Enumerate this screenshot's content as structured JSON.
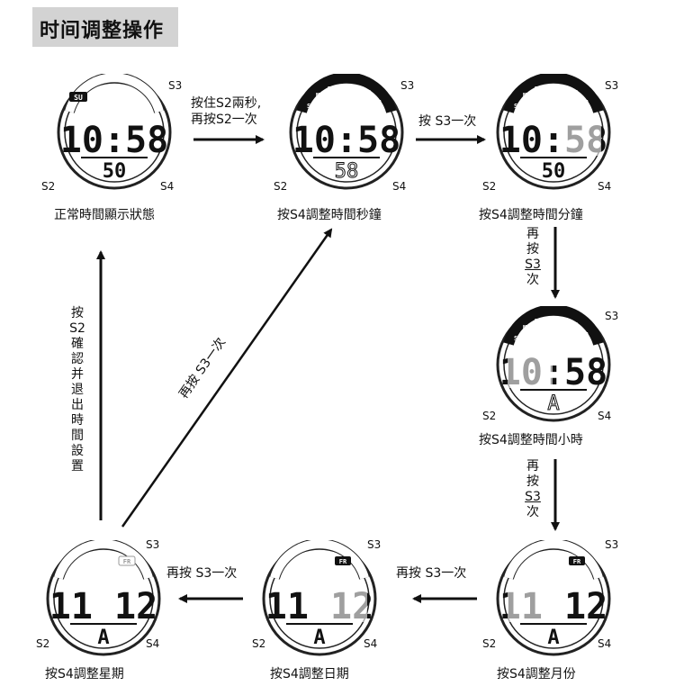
{
  "title": "时间调整操作",
  "buttons": {
    "s2": "S2",
    "s3": "S3",
    "s4": "S4"
  },
  "watches": [
    {
      "id": "w1",
      "caption": "正常時間顯示狀態",
      "main": "10:58",
      "sub": "50",
      "days": [
        "SU"
      ]
    },
    {
      "id": "w2",
      "caption": "按S4調整時間秒鐘",
      "main": "10:58",
      "sub": "58",
      "days": [
        "SU",
        "MO",
        "TU",
        "WE",
        "TH",
        "FR",
        "SA"
      ]
    },
    {
      "id": "w3",
      "caption": "按S4調整時間分鐘",
      "main": "10:58",
      "sub": "50",
      "days": [
        "SU",
        "MO",
        "TU",
        "WE",
        "TH",
        "FR",
        "SA"
      ]
    },
    {
      "id": "w4",
      "caption": "按S4調整時間小時",
      "main": "10:58",
      "sub": "A",
      "days": [
        "SU",
        "MO",
        "TU",
        "WE",
        "TH",
        "FR",
        "SA"
      ]
    },
    {
      "id": "w5",
      "caption": "按S4調整月份",
      "main": "11 12",
      "sub": "A",
      "days": [
        "FR"
      ]
    },
    {
      "id": "w6",
      "caption": "按S4調整日期",
      "main": "11 12",
      "sub": "A",
      "days": [
        "FR"
      ]
    },
    {
      "id": "w7",
      "caption": "按S4調整星期",
      "main": "11 12",
      "sub": "A",
      "days": [
        "FR"
      ]
    }
  ],
  "steps": {
    "a1_line1": "按住S2兩秒,",
    "a1_line2": "再按S2一次",
    "a2": "按 S3一次",
    "a3": [
      "再",
      "按",
      "S3",
      "次"
    ],
    "a4": [
      "再",
      "按",
      "S3",
      "次"
    ],
    "a5": "再按 S3一次",
    "a6": "再按 S3一次",
    "diag": "再按 S3一次",
    "confirm": [
      "按",
      "S2",
      "確",
      "認",
      "并",
      "退",
      "出",
      "時",
      "間",
      "設",
      "置"
    ]
  }
}
